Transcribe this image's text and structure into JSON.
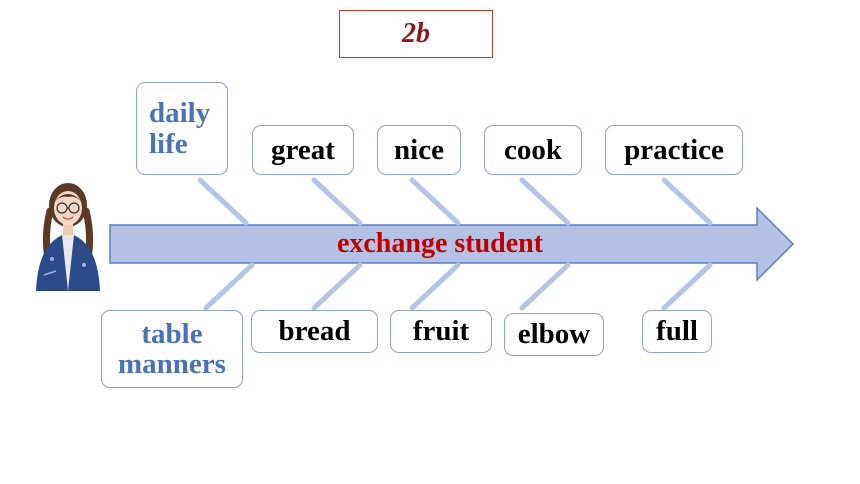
{
  "title": "2b",
  "spine_label": "exchange student",
  "top_words": [
    "daily life",
    "great",
    "nice",
    "cook",
    "practice"
  ],
  "bottom_words": [
    "table manners",
    "bread",
    "fruit",
    "elbow",
    "full"
  ],
  "colors": {
    "arrow_fill": "#b4c3e5",
    "arrow_stroke": "#5b7fc4",
    "spine_text": "#c00000",
    "title_text": "#8b1a1a",
    "category_text": "#4a72b8",
    "bone": "#b4c6e7"
  },
  "icons": [
    "student-avatar-icon"
  ]
}
